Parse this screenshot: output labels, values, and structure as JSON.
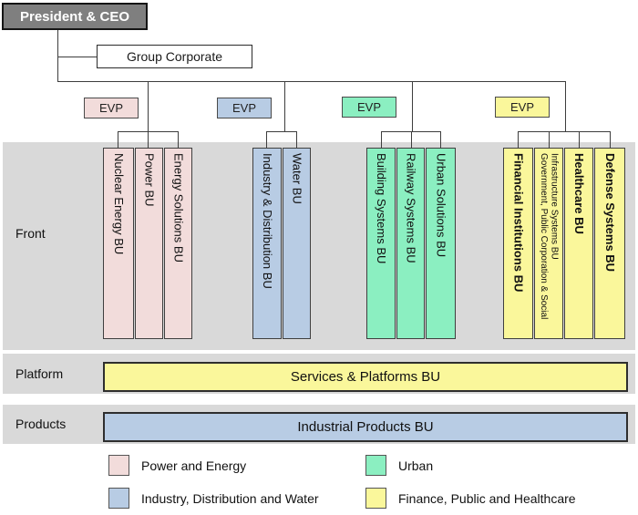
{
  "palette": {
    "power_energy": "#F2DCDB",
    "industry_distribution_water": "#B8CCE4",
    "urban": "#8BEFC1",
    "finance_public_healthcare": "#FAF79B",
    "band_gray": "#D9D9D9",
    "ceo_gray": "#7F7F7F",
    "line": "#3D3D3D"
  },
  "top": {
    "president": "President & CEO",
    "group_corporate": "Group Corporate"
  },
  "evp": {
    "label": "EVP"
  },
  "rows": {
    "front": "Front",
    "platform": "Platform",
    "products": "Products"
  },
  "groups": [
    {
      "name": "Power and Energy",
      "bus": [
        "Nuclear Energy BU",
        "Power BU",
        "Energy Solutions BU"
      ]
    },
    {
      "name": "Industry, Distribution and Water",
      "bus": [
        "Industry & Distribution BU",
        "Water BU"
      ]
    },
    {
      "name": "Urban",
      "bus": [
        "Building Systems BU",
        "Railway Systems BU",
        "Urban Solutions BU"
      ]
    },
    {
      "name": "Finance, Public and Healthcare",
      "bus": [
        "Financial Institutions BU",
        "Government, Public Corporation & Social Infrastructure Systems BU",
        "Healthcare BU",
        "Defense Systems BU"
      ]
    }
  ],
  "platform_bu": "Services & Platforms BU",
  "products_bu": "Industrial Products BU",
  "legend": [
    {
      "label": "Power and Energy"
    },
    {
      "label": "Urban"
    },
    {
      "label": "Industry, Distribution and Water"
    },
    {
      "label": "Finance, Public and Healthcare"
    }
  ]
}
